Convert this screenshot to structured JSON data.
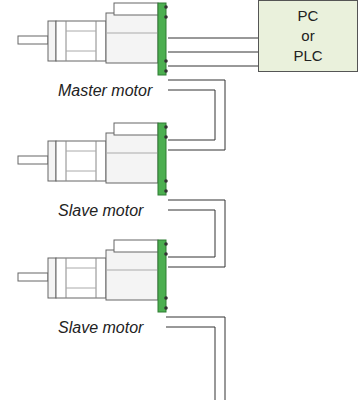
{
  "diagram": {
    "nodes": [
      {
        "text": [
          "PC or PLC"
        ]
      },
      {
        "text": [
          "Master motor"
        ]
      },
      {
        "text": [
          "Slave motor"
        ]
      },
      {
        "text": [
          "Slave motor"
        ]
      }
    ],
    "edges": [
      {
        "from": 0,
        "to": 1,
        "arrow": "none"
      },
      {
        "from": 1,
        "to": 2,
        "arrow": "none"
      },
      {
        "from": 2,
        "to": 3,
        "arrow": "none"
      }
    ]
  }
}
